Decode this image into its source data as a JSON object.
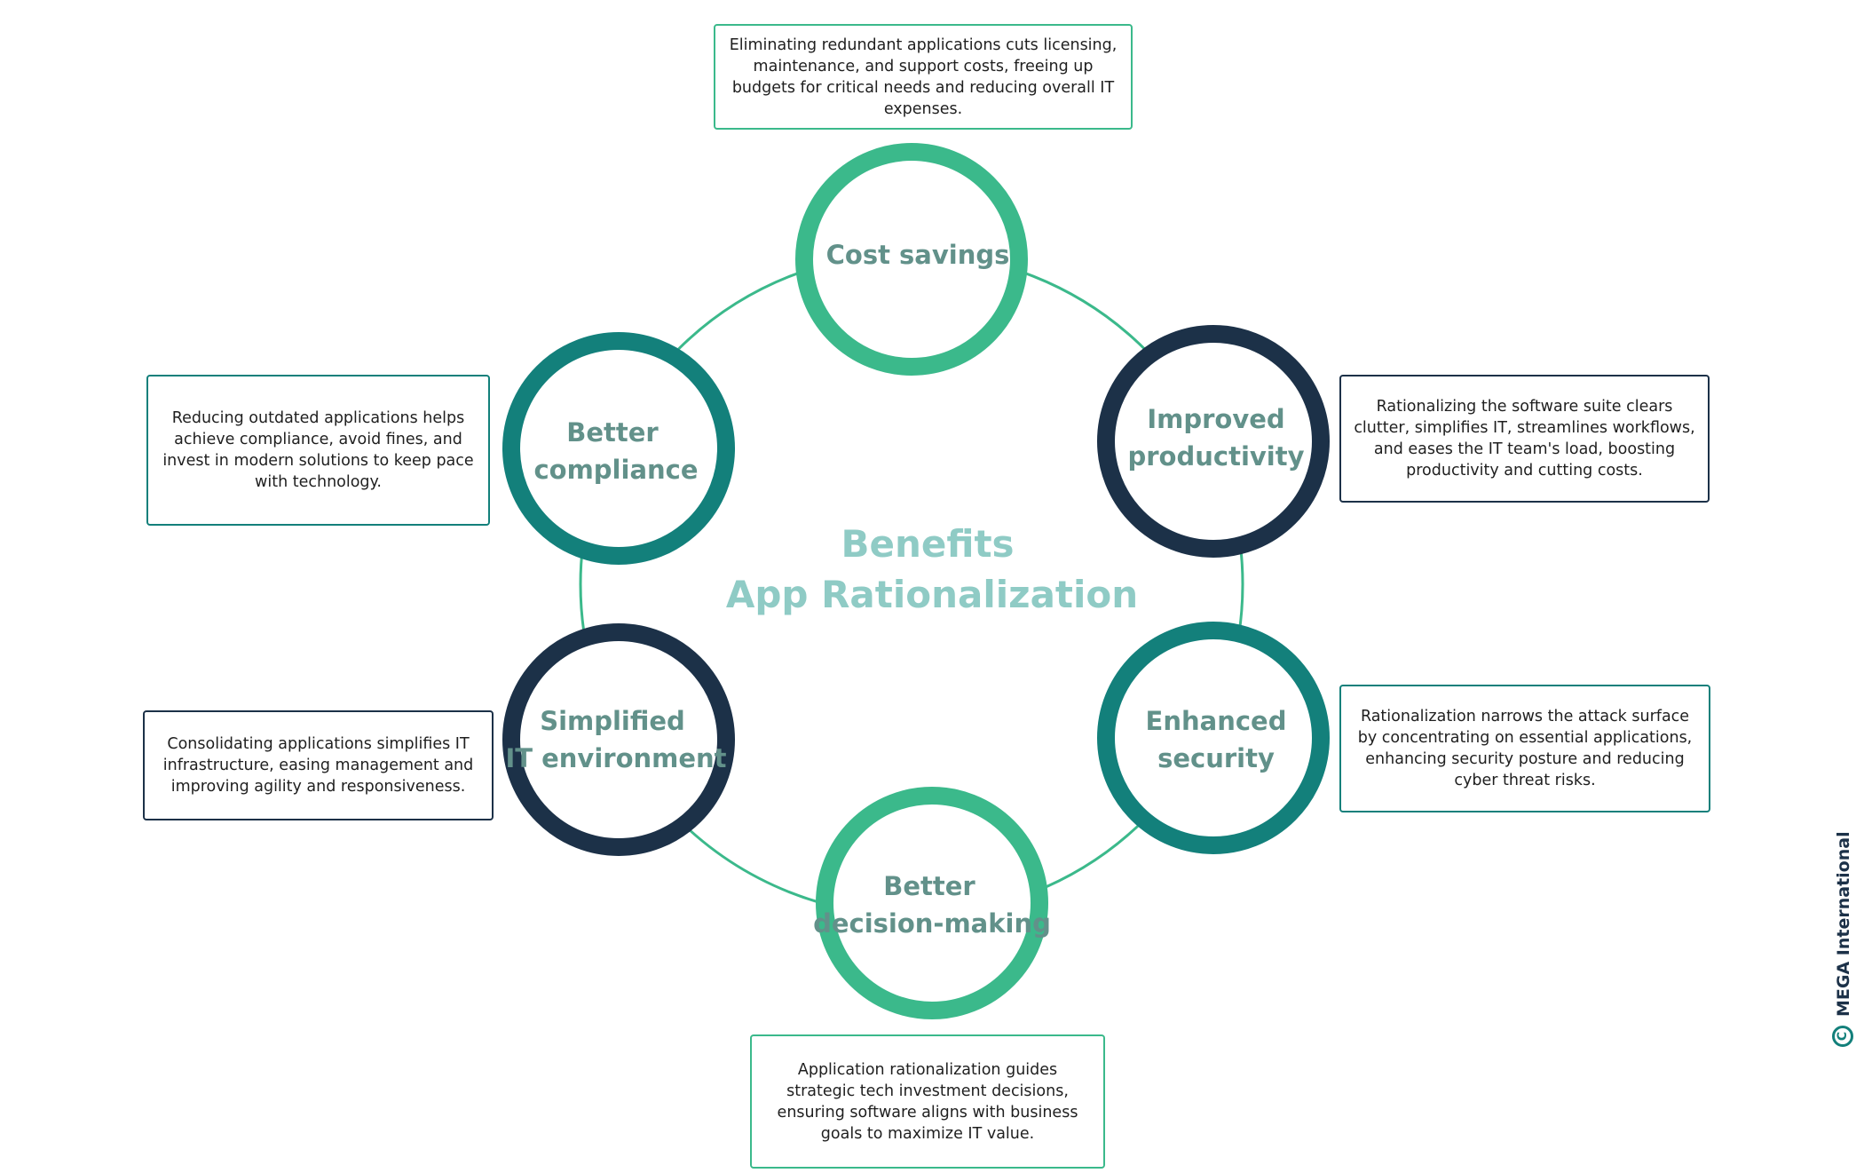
{
  "center": {
    "line1": "Benefits",
    "line2": "App Rationalization"
  },
  "nodes": [
    {
      "id": "cost-savings",
      "lines": [
        "Cost savings"
      ],
      "description": "Eliminating redundant applications cuts licensing, maintenance, and support costs, freeing up budgets for critical needs and reducing overall IT expenses.",
      "ring_color": "#3bb98b"
    },
    {
      "id": "improved-productivity",
      "lines": [
        "Improved",
        "productivity"
      ],
      "description": "Rationalizing the software suite clears clutter, simplifies IT, streamlines workflows, and eases the IT team's load, boosting productivity and cutting costs.",
      "ring_color": "#1c3148"
    },
    {
      "id": "enhanced-security",
      "lines": [
        "Enhanced",
        "security"
      ],
      "description": "Rationalization narrows the attack surface by concentrating on essential applications, enhancing security posture and reducing cyber threat risks.",
      "ring_color": "#13807b"
    },
    {
      "id": "better-decision-making",
      "lines": [
        "Better",
        "decision-making"
      ],
      "description": "Application rationalization guides strategic tech investment decisions, ensuring software aligns with business goals to maximize IT value.",
      "ring_color": "#3bb98b"
    },
    {
      "id": "simplified-it-environment",
      "lines": [
        "Simplified",
        "IT environment"
      ],
      "description": "Consolidating applications simplifies IT infrastructure, easing management and improving agility and responsiveness.",
      "ring_color": "#1c3148"
    },
    {
      "id": "better-compliance",
      "lines": [
        "Better",
        "compliance"
      ],
      "description": "Reducing outdated applications helps achieve compliance, avoid fines, and invest in modern solutions to keep pace with technology.",
      "ring_color": "#13807b"
    }
  ],
  "connector_color": "#3bb98b",
  "watermark": {
    "text": "MEGA International",
    "symbol": "C"
  }
}
